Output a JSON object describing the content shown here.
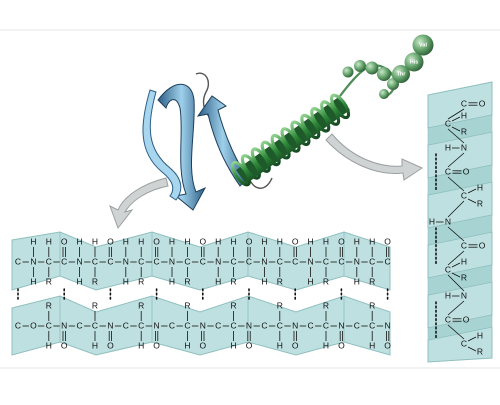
{
  "residues": [
    "Val",
    "His",
    "Thr"
  ],
  "atoms": {
    "C": "C",
    "N": "N",
    "O": "O",
    "H": "H",
    "R": "R"
  },
  "colors": {
    "ribbon": "#bfe0e0",
    "ribbon_edge": "#8fbfbf",
    "helix": "#3f9a4a",
    "helix_dark": "#1f5a2a",
    "bead": "#6aaa70",
    "arrow": "#cfd3d3",
    "strand": "#3a7aa8"
  }
}
